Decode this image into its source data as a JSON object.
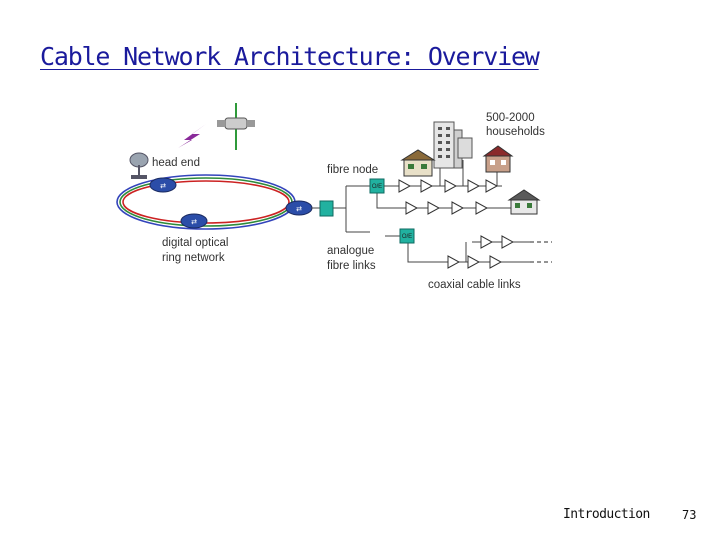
{
  "slide": {
    "title": "Cable Network Architecture: Overview"
  },
  "diagram": {
    "labels": {
      "households": [
        "500-2000",
        "households"
      ],
      "head_end": "head end",
      "fibre_node": "fibre node",
      "ring_network": [
        "digital optical",
        "ring network"
      ],
      "analogue_links": [
        "analogue",
        "fibre links"
      ],
      "coaxial_links": "coaxial cable links"
    },
    "converter_label": "O/E",
    "colors": {
      "ring_red": "#cc2222",
      "ring_green": "#2e8b3a",
      "ring_blue": "#3344bb",
      "router": "#2b4da8",
      "node": "#21b1a0",
      "satellite_beam": "#8a2a9a",
      "antenna": "#2f9a3a",
      "line": "#444444"
    }
  },
  "footer": {
    "section": "Introduction",
    "page": "73"
  }
}
